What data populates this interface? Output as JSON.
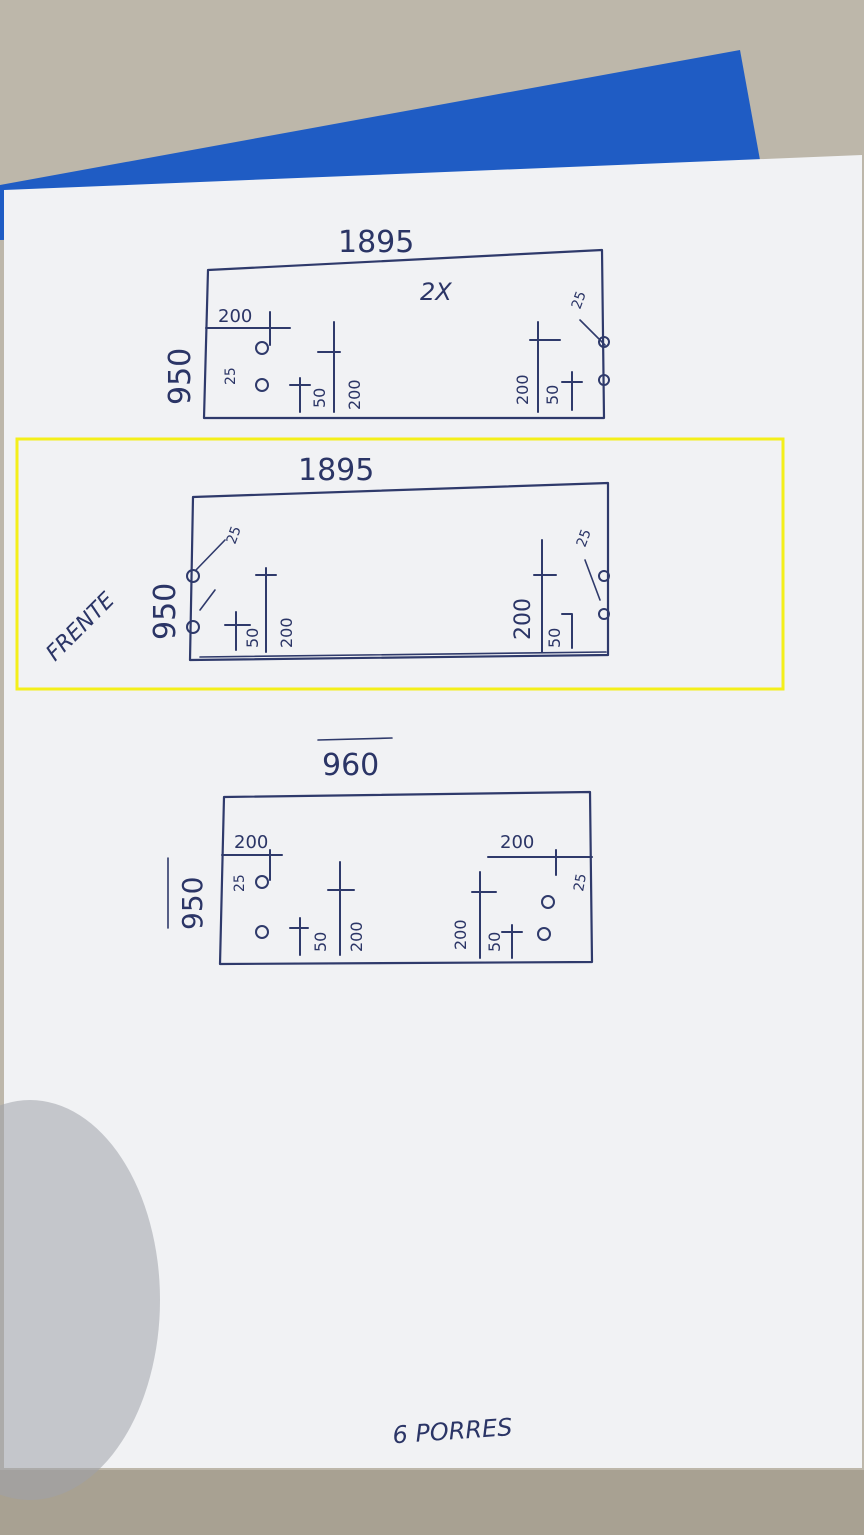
{
  "colors": {
    "carpet": "#b9b3a6",
    "folder": "#1f5cc4",
    "paper": "#f2f3f5",
    "ink": "#2f3a6b",
    "highlight": "#f4ef1a"
  },
  "sketch_top": {
    "width_label": "1895",
    "height_label": "950",
    "quantity_note": "2X",
    "left_offset": "200",
    "left_edge_gap": "25",
    "left_hole_gap": "50",
    "left_slot": "200",
    "right_edge_gap": "25",
    "right_slot": "200",
    "right_hole_gap": "50"
  },
  "sketch_middle": {
    "width_label": "1895",
    "height_label": "950",
    "side_label": "FRENTE",
    "left_edge_gap": "25",
    "left_hole_gap": "50",
    "left_slot": "200",
    "right_edge_gap": "25",
    "right_slot": "200",
    "right_hole_gap": "50"
  },
  "sketch_bottom": {
    "width_label": "960",
    "height_label": "950",
    "left_offset": "200",
    "right_offset": "200",
    "left_edge_gap": "25",
    "right_edge_gap": "25",
    "left_hole_gap": "50",
    "left_slot": "200",
    "right_slot": "200",
    "right_hole_gap": "50"
  },
  "footer_note": "6 PORRES"
}
